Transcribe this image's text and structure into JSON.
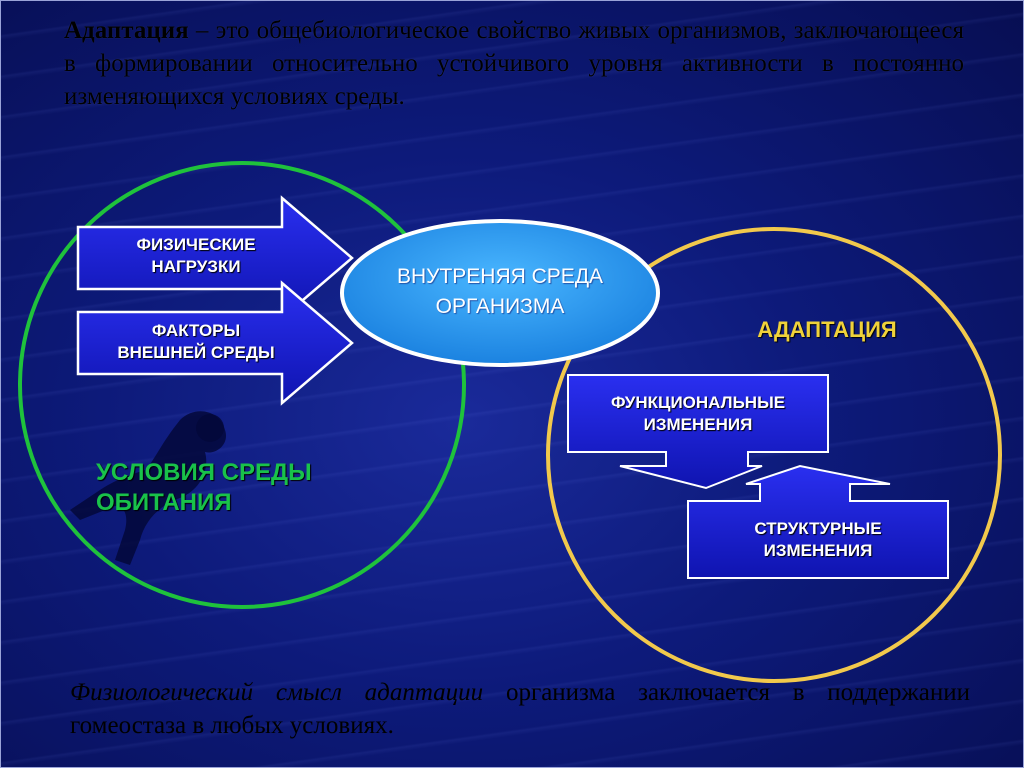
{
  "definition": {
    "term": "Адаптация",
    "text": " – это общебиологическое свойство живых организмов, заключающееся в формировании относительно устойчивого уровня активности в постоянно изменяющихся условиях среды."
  },
  "left_circle": {
    "arrow1": [
      "ФИЗИЧЕСКИЕ",
      "НАГРУЗКИ"
    ],
    "arrow2": [
      "ФАКТОРЫ",
      "ВНЕШНЕЙ СРЕДЫ"
    ],
    "label": [
      "УСЛОВИЯ СРЕДЫ",
      "ОБИТАНИЯ"
    ]
  },
  "center_ellipse": {
    "line1": "ВНУТРЕНЯЯ СРЕДА",
    "line2": "ОРГАНИЗМА"
  },
  "right_circle": {
    "label": "АДАПТАЦИЯ",
    "box1": [
      "ФУНКЦИОНАЛЬНЫЕ",
      "ИЗМЕНЕНИЯ"
    ],
    "box2": [
      "СТРУКТУРНЫЕ",
      "ИЗМЕНЕНИЯ"
    ]
  },
  "footer": {
    "italic": "Физиологический смысл адаптации",
    "text": " организма заключается в поддержании гомеостаза в любых условиях."
  },
  "colors": {
    "green_circle": "#1fc23c",
    "gold_circle": "#f2c94c",
    "ellipse_fill": "#2f9df0",
    "arrow_fill": "#1a1fd0"
  }
}
